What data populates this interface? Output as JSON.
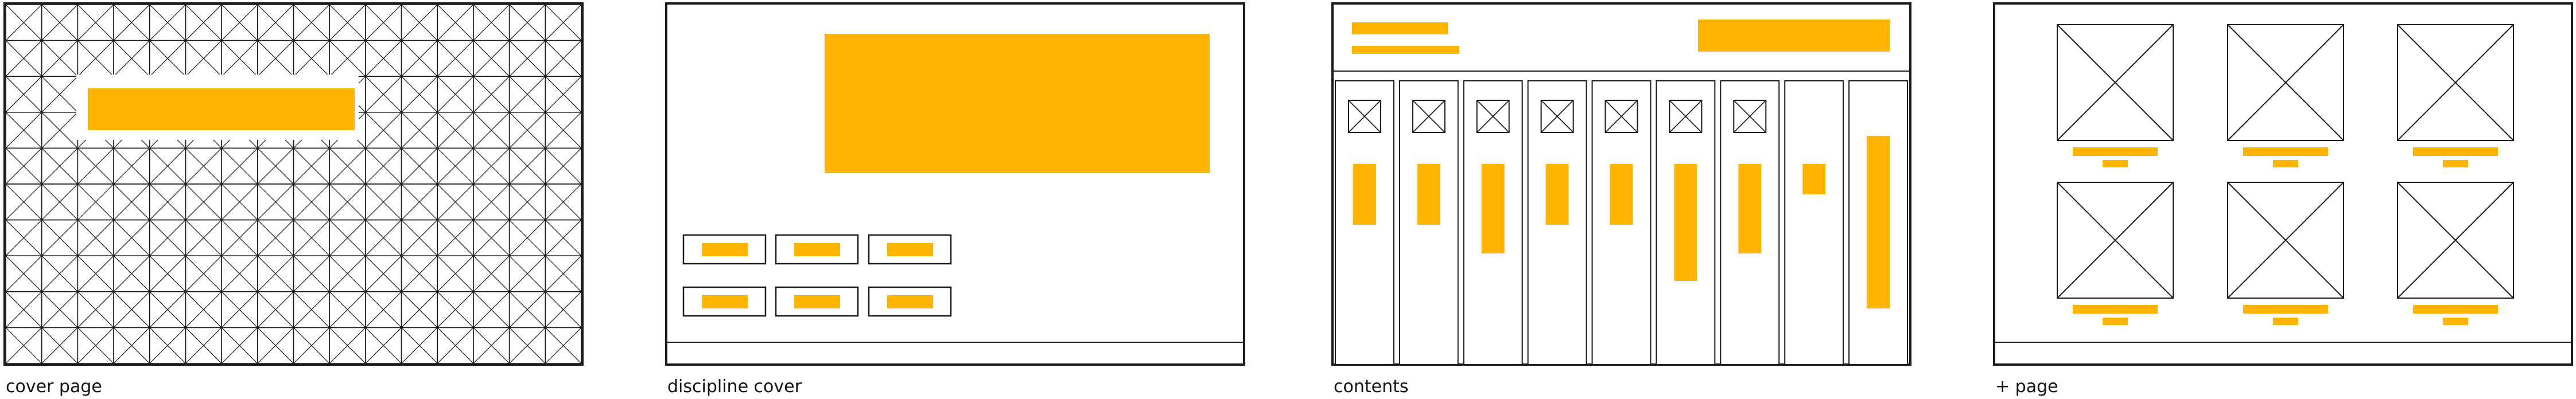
{
  "colors": {
    "accent": "#FFB400",
    "line": "#1a1a1a",
    "background": "#ffffff"
  },
  "panels": [
    {
      "id": "cover",
      "caption": "cover page"
    },
    {
      "id": "discipline",
      "caption": "discipline cover"
    },
    {
      "id": "contents",
      "caption": "contents"
    },
    {
      "id": "plus",
      "caption": "+ page"
    }
  ]
}
